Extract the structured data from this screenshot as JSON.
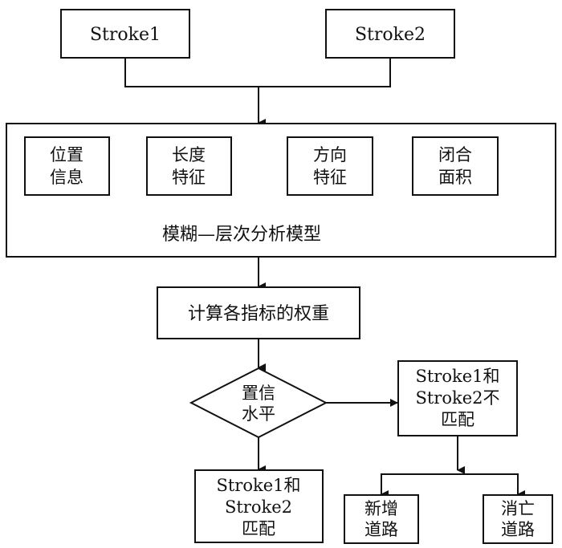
{
  "inputs": {
    "stroke1": "Stroke1",
    "stroke2": "Stroke2"
  },
  "model": {
    "indicators": [
      {
        "line1": "位置",
        "line2": "信息"
      },
      {
        "line1": "长度",
        "line2": "特征"
      },
      {
        "line1": "方向",
        "line2": "特征"
      },
      {
        "line1": "闭合",
        "line2": "面积"
      }
    ],
    "title": "模糊—层次分析模型"
  },
  "weights": {
    "label": "计算各指标的权重"
  },
  "decision": {
    "line1": "置信",
    "line2": "水平"
  },
  "match": {
    "line1": "Stroke1和",
    "line2": "Stroke2",
    "line3": "匹配"
  },
  "mismatch": {
    "line1": "Stroke1和",
    "line2": "Stroke2不",
    "line3": "匹配"
  },
  "outcomes": [
    {
      "line1": "新增",
      "line2": "道路"
    },
    {
      "line1": "消亡",
      "line2": "道路"
    }
  ],
  "colors": {
    "stroke": "#111111",
    "background": "#ffffff"
  }
}
